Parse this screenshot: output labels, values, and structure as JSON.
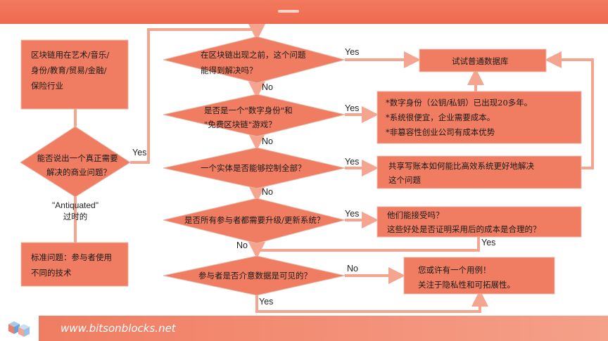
{
  "boxes": {
    "industries": [
      "区块链用在艺术/音乐/",
      "身份/教育/贸易/金融/",
      "保险行业"
    ],
    "standard_problem": [
      "标准问题：参与者使用",
      "不同的技术"
    ],
    "try_database": [
      "试试普通数据库"
    ],
    "digital_identity": [
      "*数字身份（公钥/私钥）已出现20多年。",
      "*系统很便宜，企业需要成本。",
      "*非篡容性创业公司有成本优势"
    ],
    "shared_ledger": [
      "共享写账本如何能比高效系统更好地解决",
      "这个问题"
    ],
    "acceptance": [
      "他们能接受吗？",
      "这些好处是否证明采用后的成本是合理的？"
    ],
    "use_case": [
      "您或许有一个用例！",
      "关注于隐私性和可拓展性。"
    ]
  },
  "decisions": {
    "real_problem": [
      "能否说出一个真正需要",
      "解决的商业问题？"
    ],
    "before_blockchain": [
      "在区块链出现之前，这个问题",
      "能得到解决吗？"
    ],
    "digital_id_question": [
      "是否是一个\"数字身份\"和",
      "\"免费区块链\"游戏？"
    ],
    "one_entity": [
      "一个实体是否能够控制全部？"
    ],
    "all_upgrade": [
      "是否所有参与者都需要升级/更新系统？"
    ],
    "data_visible": [
      "参与者是否介意数据是可见的？"
    ]
  },
  "edge_labels": {
    "yes": "Yes",
    "no": "No"
  },
  "annotations": {
    "antiquated": "\"Antiquated\"",
    "outdated": "过时的"
  },
  "footer": {
    "url": "www.bitsonblocks.net"
  },
  "colors": {
    "accent": "#f07d62",
    "connector": "#f5a48f",
    "header": "#ee6a4f"
  }
}
